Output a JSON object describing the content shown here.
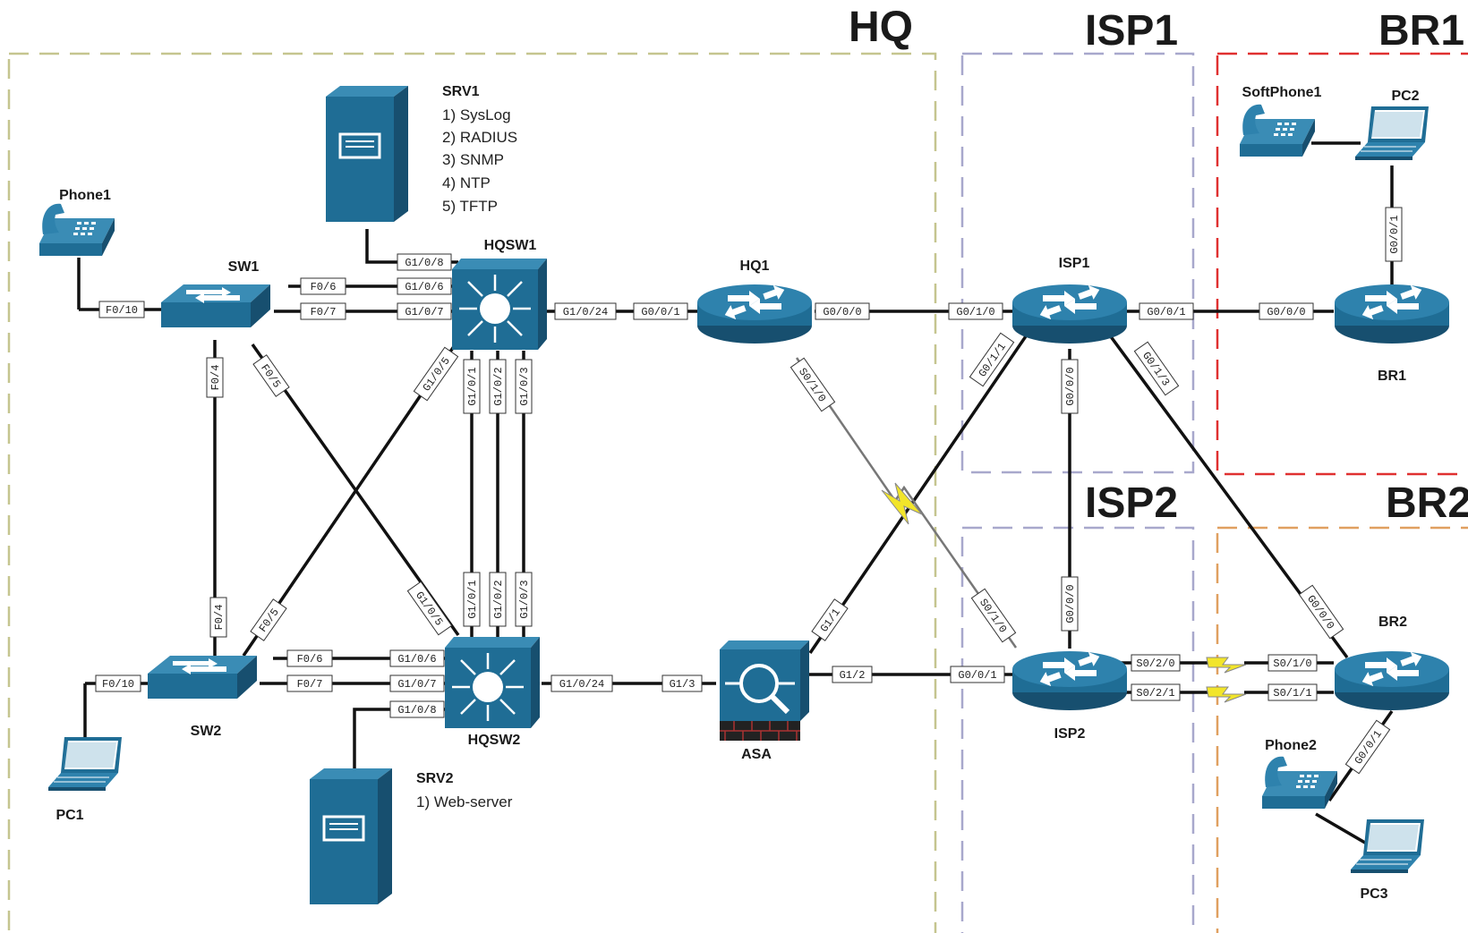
{
  "zones": [
    {
      "id": "hq",
      "label": "HQ"
    },
    {
      "id": "isp1",
      "label": "ISP1"
    },
    {
      "id": "br1",
      "label": "BR1"
    },
    {
      "id": "isp2",
      "label": "ISP2"
    },
    {
      "id": "br2",
      "label": "BR2"
    }
  ],
  "devices": {
    "srv1": {
      "label": "SRV1",
      "services": [
        "1) SysLog",
        "2) RADIUS",
        "3) SNMP",
        "4) NTP",
        "5) TFTP"
      ]
    },
    "srv2": {
      "label": "SRV2",
      "services": [
        "1) Web-server"
      ]
    },
    "phone1": {
      "label": "Phone1"
    },
    "sw1": {
      "label": "SW1"
    },
    "sw2": {
      "label": "SW2"
    },
    "hqsw1": {
      "label": "HQSW1"
    },
    "hqsw2": {
      "label": "HQSW2"
    },
    "hq1": {
      "label": "HQ1"
    },
    "asa": {
      "label": "ASA"
    },
    "isp1": {
      "label": "ISP1"
    },
    "isp2": {
      "label": "ISP2"
    },
    "br1": {
      "label": "BR1"
    },
    "br2": {
      "label": "BR2"
    },
    "pc1": {
      "label": "PC1"
    },
    "pc2": {
      "label": "PC2"
    },
    "pc3": {
      "label": "PC3"
    },
    "softphone1": {
      "label": "SoftPhone1"
    },
    "phone2": {
      "label": "Phone2"
    }
  },
  "ports": {
    "phone1_sw1": "F0/10",
    "sw1_hqsw1_a": "F0/6",
    "hqsw1_sw1_a": "G1/0/6",
    "sw1_hqsw1_b": "F0/7",
    "hqsw1_sw1_b": "G1/0/7",
    "hqsw1_srv1": "G1/0/8",
    "sw1_sw2": "F0/4",
    "sw2_sw1": "F0/4",
    "sw1_hqsw2": "F0/5",
    "hqsw2_sw1": "G1/0/5",
    "hqsw1_sw2": "G1/0/5",
    "sw2_hqsw1": "F0/5",
    "hqsw1_hqsw2_1": "G1/0/1",
    "hqsw1_hqsw2_2": "G1/0/2",
    "hqsw1_hqsw2_3": "G1/0/3",
    "hqsw2_hqsw1_1": "G1/0/1",
    "hqsw2_hqsw1_2": "G1/0/2",
    "hqsw2_hqsw1_3": "G1/0/3",
    "hqsw1_hq1": "G1/0/24",
    "hq1_hqsw1": "G0/0/1",
    "hq1_isp1": "G0/0/0",
    "isp1_hq1": "G0/1/0",
    "hq1_isp2": "S0/1/0",
    "isp2_hq1": "S0/1/0",
    "sw2_pc1": "F0/10",
    "sw2_hqsw2_a": "F0/6",
    "hqsw2_sw2_a": "G1/0/6",
    "sw2_hqsw2_b": "F0/7",
    "hqsw2_sw2_b": "G1/0/7",
    "hqsw2_srv2": "G1/0/8",
    "hqsw2_asa": "G1/0/24",
    "asa_hqsw2": "G1/3",
    "asa_isp1": "G1/1",
    "isp1_asa": "G0/1/1",
    "asa_isp2": "G1/2",
    "isp2_asa": "G0/0/1",
    "isp1_isp2": "G0/0/0",
    "isp2_isp1": "G0/0/0",
    "isp1_br1": "G0/0/1",
    "br1_isp1": "G0/0/0",
    "isp1_br2": "G0/1/3",
    "br2_isp1": "G0/0/0",
    "isp2_br2_a": "S0/2/0",
    "br2_isp2_a": "S0/1/0",
    "isp2_br2_b": "S0/2/1",
    "br2_isp2_b": "S0/1/1",
    "br1_pc2": "G0/0/1",
    "br2_phone2": "G0/0/1"
  }
}
